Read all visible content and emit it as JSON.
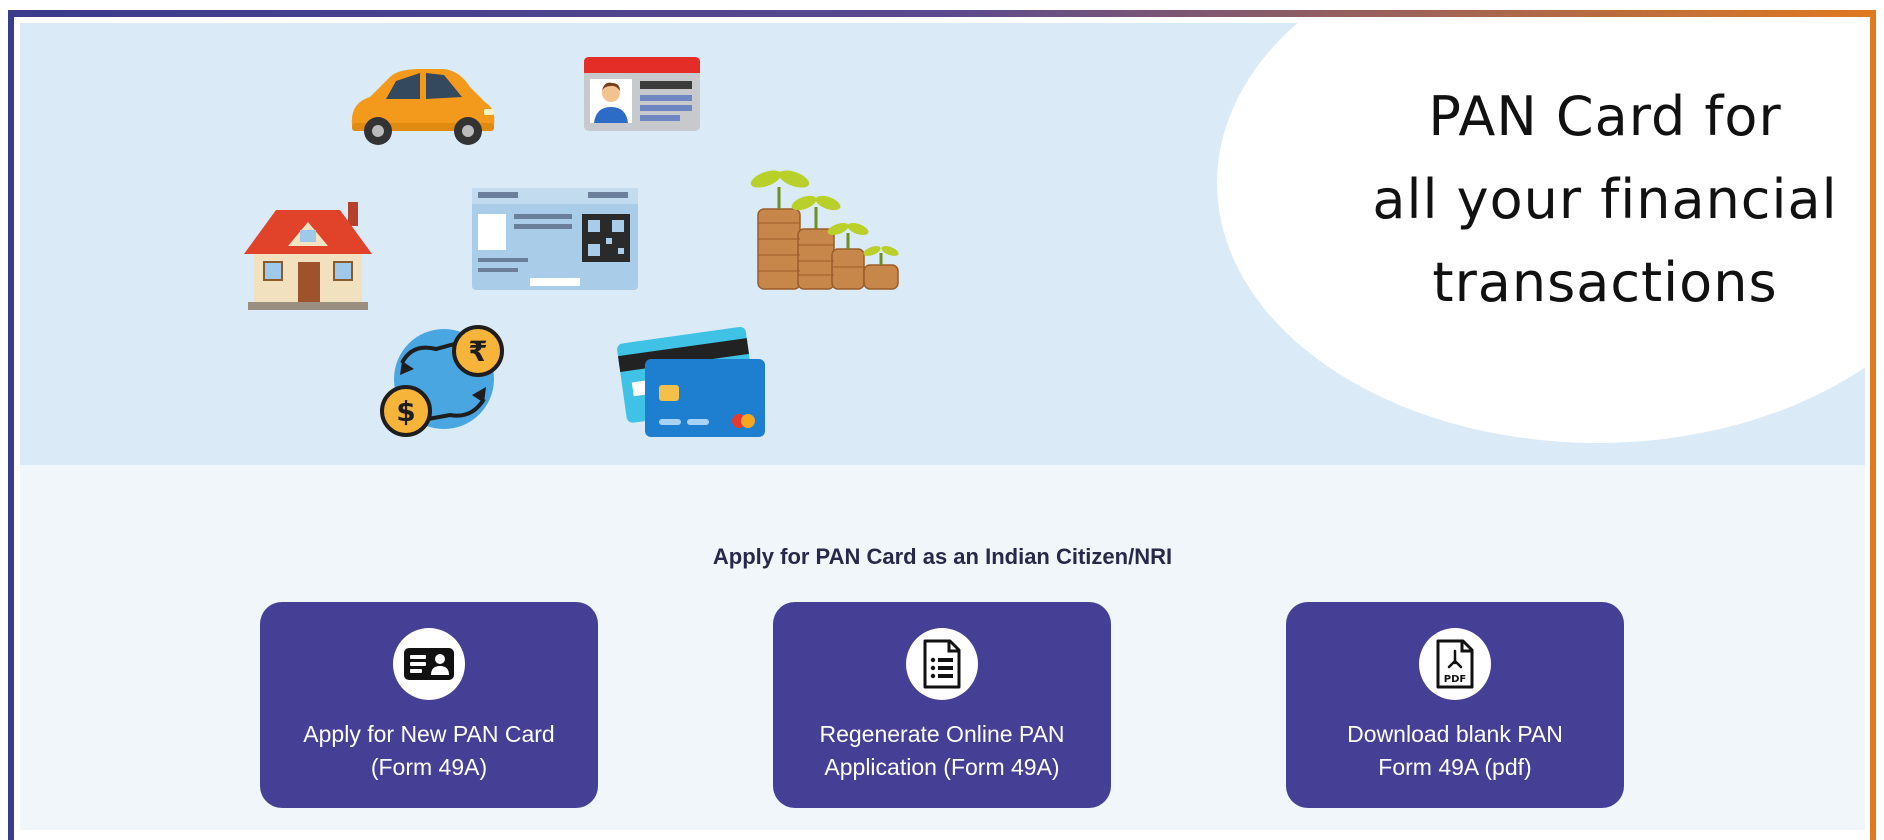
{
  "hero": {
    "title_lines": [
      "PAN Card for",
      "all your financial",
      "transactions"
    ],
    "illustrations": [
      "car-icon",
      "id-card-icon",
      "house-icon",
      "pan-card-icon",
      "coins-plant-icon",
      "currency-exchange-icon",
      "credit-cards-icon"
    ]
  },
  "colors": {
    "hero_bg": "#daeaf7",
    "lower_bg": "#f1f6fa",
    "card_bg": "#463f96",
    "frame_left": "#3b3b8c",
    "frame_right": "#e07a20"
  },
  "section": {
    "subtitle": "Apply for PAN Card as an Indian Citizen/NRI",
    "cards": [
      {
        "icon": "id-card-icon",
        "lines": [
          "Apply for New PAN Card",
          "(Form 49A)"
        ]
      },
      {
        "icon": "document-list-icon",
        "lines": [
          "Regenerate Online PAN",
          "Application (Form 49A)"
        ]
      },
      {
        "icon": "pdf-file-icon",
        "lines": [
          "Download blank PAN",
          "Form 49A (pdf)"
        ],
        "icon_text": "PDF"
      }
    ]
  }
}
